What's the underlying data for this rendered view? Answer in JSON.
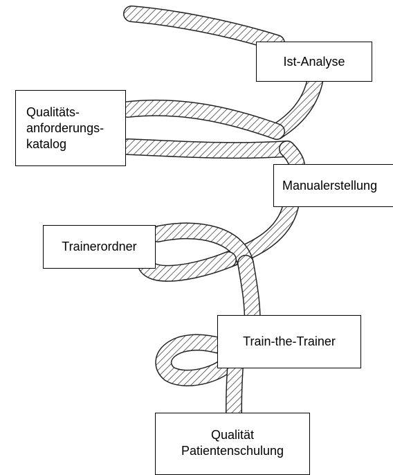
{
  "boxes": {
    "ist_analyse": "Ist-Analyse",
    "qualitaet_anforderung": "Qualitäts-\nanforderungs-\nkatalog",
    "manualerstellung": "Manualerstellung",
    "trainerordner": "Trainerordner",
    "train_the_trainer": "Train-the-Trainer",
    "qualitaet_patientenschulung": "Qualität\nPatientenschulung"
  },
  "colors": {
    "rope_stroke": "#444444",
    "rope_fill": "#ffffff",
    "box_border": "#000000"
  }
}
